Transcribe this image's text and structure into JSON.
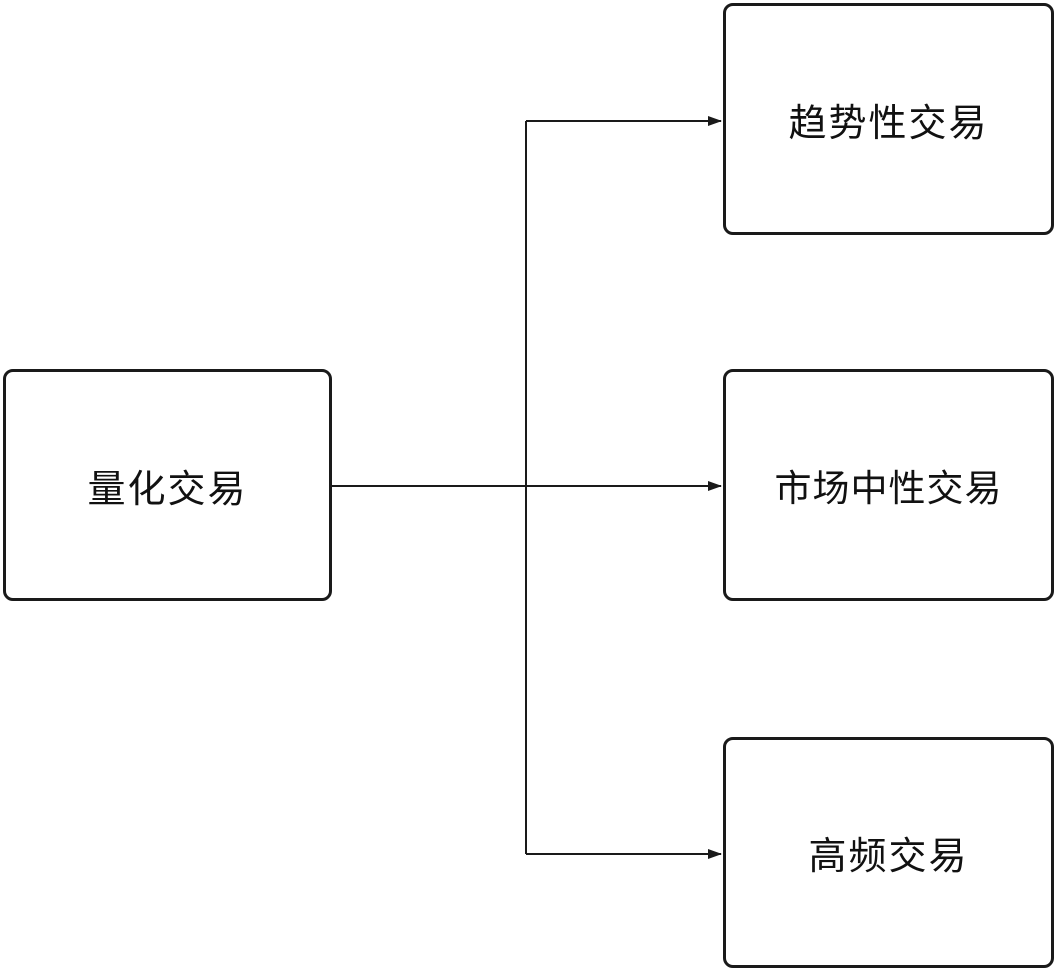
{
  "diagram": {
    "root": {
      "label": "量化交易"
    },
    "children": [
      {
        "label": "趋势性交易"
      },
      {
        "label": "市场中性交易"
      },
      {
        "label": "高频交易"
      }
    ],
    "colors": {
      "stroke": "#1a1a1a",
      "text": "#111111",
      "background": "#ffffff"
    }
  }
}
